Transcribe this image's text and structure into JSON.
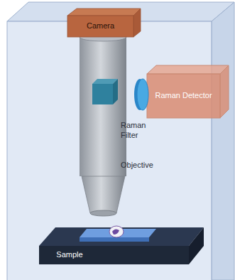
{
  "diagram": {
    "nodes": [
      {
        "text": [
          "Camera"
        ]
      },
      {
        "text": [
          "Raman Detector"
        ]
      },
      {
        "text": [
          "Sample"
        ]
      }
    ],
    "labels": [
      "Raman Filter",
      "Objective"
    ]
  }
}
